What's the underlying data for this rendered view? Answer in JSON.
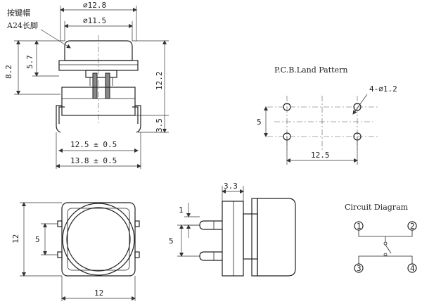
{
  "side_view": {
    "dim_outer_dia": "⌀12.8",
    "dim_inner_dia": "⌀11.5",
    "note_line1": "按键帽",
    "note_line2": "A24长脚",
    "dim_height_total": "8.2",
    "dim_cap_height": "5.7",
    "dim_height_right": "12.2",
    "dim_leg": "3.5",
    "dim_pin_span": "12.5 ± 0.5",
    "dim_body_span": "13.8 ± 0.5"
  },
  "pcb": {
    "title": "P.C.B.Land Pattern",
    "hole_label": "4-⌀1.2",
    "dim_vertical": "5",
    "dim_horizontal": "12.5"
  },
  "top_view": {
    "dim_left": "12",
    "dim_pin": "5",
    "dim_bottom": "12"
  },
  "profile_view": {
    "dim_top": "3.3",
    "dim_pin_small": "1",
    "dim_pin_span": "5"
  },
  "circuit": {
    "title": "Circuit Diagram",
    "pin1": "1",
    "pin2": "2",
    "pin3": "3",
    "pin4": "4"
  }
}
